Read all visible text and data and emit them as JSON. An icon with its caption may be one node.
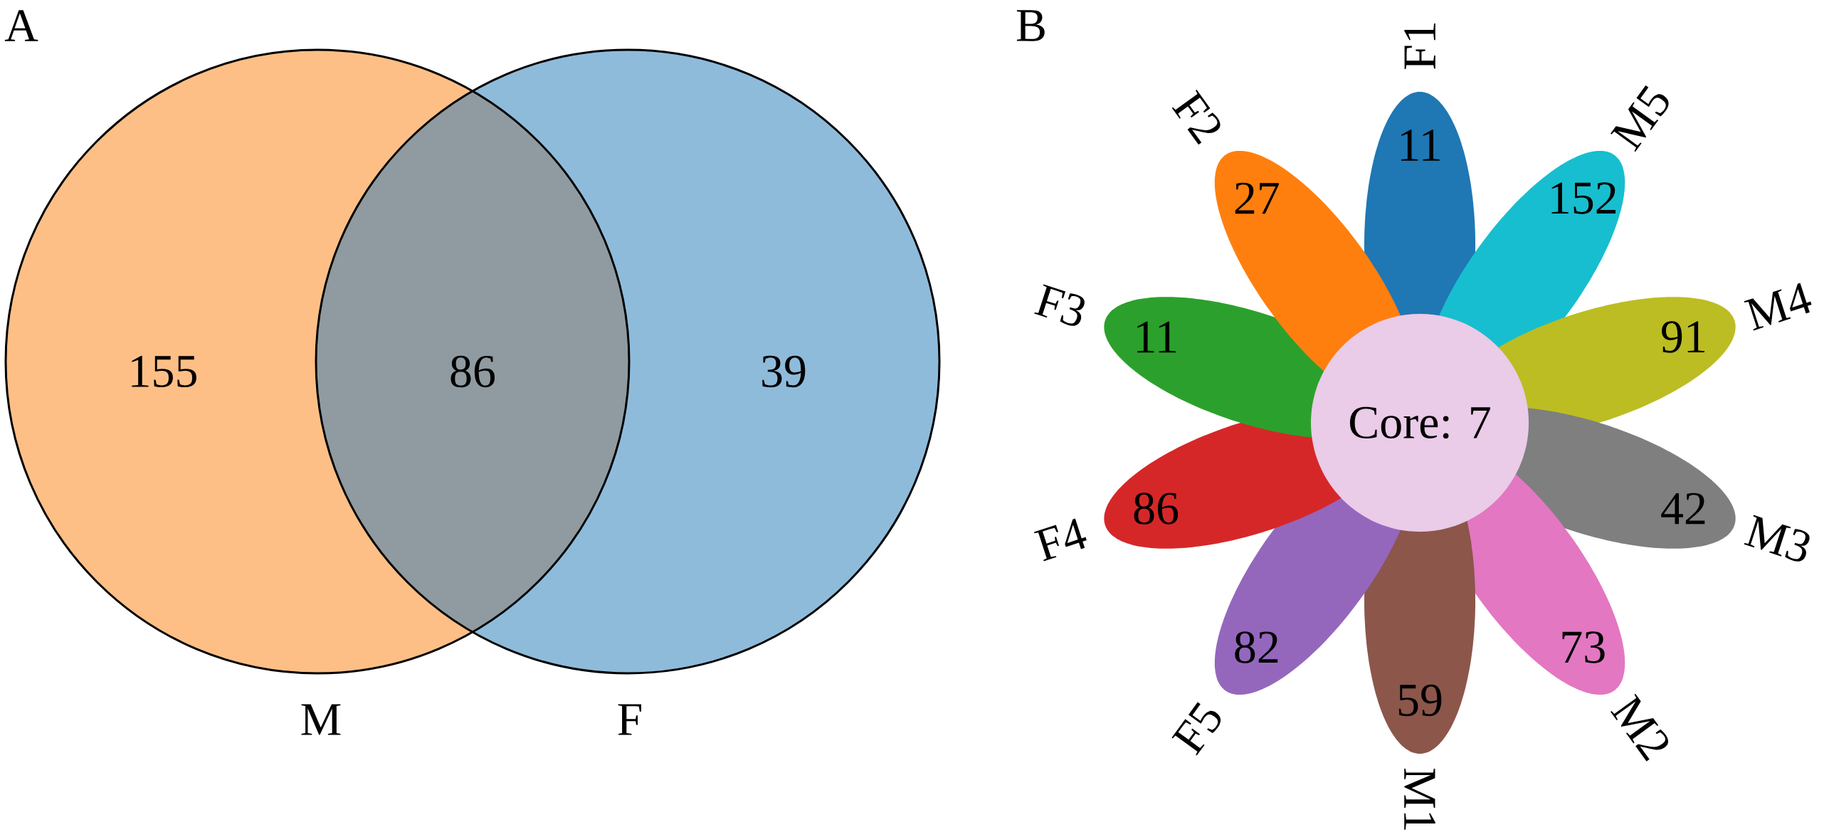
{
  "diagram": {
    "nodes": [
      {
        "text": [
          "155"
        ],
        "beside": [
          "M"
        ]
      },
      {
        "text": [
          "39"
        ],
        "beside": [
          "F"
        ]
      },
      {
        "text": [
          "86"
        ]
      },
      {
        "text": [
          "11"
        ],
        "beside": [
          "F1"
        ]
      },
      {
        "text": [
          "152"
        ],
        "beside": [
          "M5"
        ]
      },
      {
        "text": [
          "91"
        ],
        "beside": [
          "M4"
        ]
      },
      {
        "text": [
          "42"
        ],
        "beside": [
          "M3"
        ]
      },
      {
        "text": [
          "73"
        ],
        "beside": [
          "M2"
        ]
      },
      {
        "text": [
          "59"
        ],
        "beside": [
          "M1"
        ]
      },
      {
        "text": [
          "82"
        ],
        "beside": [
          "F5"
        ]
      },
      {
        "text": [
          "86"
        ],
        "beside": [
          "F4"
        ]
      },
      {
        "text": [
          "11"
        ],
        "beside": [
          "F3"
        ]
      },
      {
        "text": [
          "27"
        ],
        "beside": [
          "F2"
        ]
      },
      {
        "text": [
          "Core: 7"
        ]
      }
    ],
    "edges": [],
    "labels": [
      "A",
      "B"
    ]
  }
}
